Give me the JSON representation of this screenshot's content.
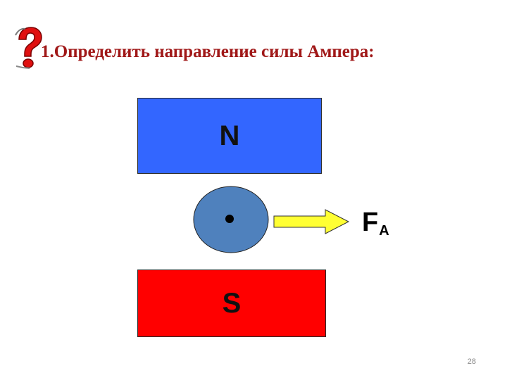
{
  "slide": {
    "title": "1.Определить направление силы Ампера:",
    "page_number": "28"
  },
  "magnets": {
    "north_label": "N",
    "south_label": "S",
    "north_color": "#3366ff",
    "south_color": "#ff0000"
  },
  "conductor": {
    "fill_color": "#4f81bd",
    "current_direction": "out-of-page"
  },
  "force": {
    "label_main": "F",
    "label_subscript": "A",
    "arrow_color": "#ffff33",
    "arrow_direction": "right"
  },
  "icons": {
    "question": "question-mark-icon"
  },
  "colors": {
    "title": "#a01818",
    "background": "#ffffff"
  }
}
